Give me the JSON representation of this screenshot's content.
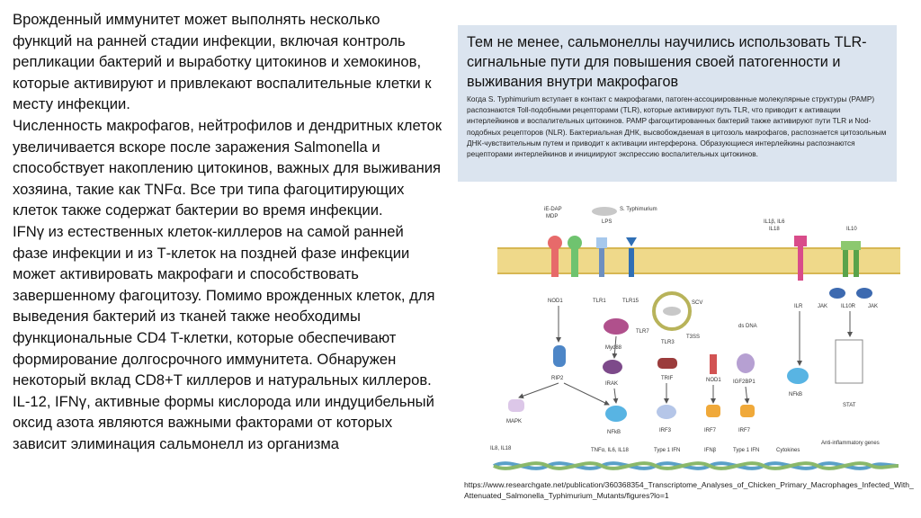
{
  "left_paragraphs": [
    "Врожденный иммунитет может выполнять несколько функций на ранней стадии инфекции, включая контроль репликации бактерий и выработку цитокинов и хемокинов, которые активируют и привлекают воспалительные клетки к месту инфекции.",
    "Численность макрофагов, нейтрофилов и дендритных клеток увеличивается вскоре после заражения Salmonella и способствует накоплению цитокинов, важных для выживания хозяина, такие как TNFα. Все три типа фагоцитирующих клеток также содержат бактерии во время инфекции.",
    "IFNγ из естественных клеток-киллеров на самой ранней фазе инфекции и из Т-клеток на поздней фазе инфекции может активировать макрофаги и способствовать завершенному фагоцитозу. Помимо врожденных клеток, для выведения бактерий из тканей также необходимы функциональные CD4 T-клетки, которые обеспечивают формирование долгосрочного иммунитета. Обнаружен некоторый вклад CD8+T киллеров и натуральных киллеров. IL-12, IFNγ, активные формы кислорода или индуцибельный оксид азота являются важными факторами от которых зависит элиминация сальмонелл из организма"
  ],
  "callout": {
    "title": "Тем не менее, сальмонеллы научились использовать TLR-сигнальные пути для повышения своей патогенности и выживания внутри макрофагов",
    "body": "Когда S. Typhimurium вступает в контакт с макрофагами, патоген-ассоциированные молекулярные структуры (PAMP) распознаются Toll-подобными рецепторами (TLR), которые активируют путь TLR, что приводит к активации интерлейкинов и воспалительных цитокинов. PAMP фагоцитированных бактерий также активируют пути TLR и Nod-подобных рецепторов (NLR). Бактериальная ДНК, высвобождаемая в цитозоль макрофагов, распознается цитозольным ДНК-чувствительным путем и приводит к активации интерферона. Образующиеся интерлейкины распознаются рецепторами интерлейкинов и инициируют экспрессию воспалительных цитокинов."
  },
  "figure_labels": {
    "ie_dap": "iE-DAP",
    "mdp": "MDP",
    "lps": "LPS",
    "s_typhimurium": "S. Typhimurium",
    "il1b": "IL1β, IL6",
    "il18": "IL18",
    "il10": "IL10",
    "nod1": "NOD1",
    "tlr1": "TLR1",
    "tlr15": "TLR15",
    "scv": "SCV",
    "ilr": "ILR",
    "jak_left": "JAK",
    "il10r": "IL10R",
    "jak_right": "JAK",
    "tlr7": "TLR7",
    "tlr3": "TLR3",
    "t3ss": "T3SS",
    "ds_dna": "ds DNA",
    "myd88": "Myd88",
    "rip2": "RIP2",
    "irak": "IRAK",
    "trif": "TRIF",
    "nod1b": "NOD1",
    "igf2bp1": "IGF2BP1",
    "nfkb_right": "NFkB",
    "stat": "STAT",
    "mapk": "MAPK",
    "nfkb_mid": "NFkB",
    "irf3": "IRF3",
    "irf7a": "IRF7",
    "irf7b": "IRF7",
    "out_il8": "IL8, IL18",
    "out_tnf": "TNFα, IL6, IL18",
    "out_ifn1": "Type 1 IFN",
    "out_ifnb": "IFNβ",
    "out_ifn2": "Type 1 IFN",
    "out_cyt": "Cytokines",
    "out_anti": "Anti-inflammatory genes"
  },
  "caption": "https://www.researchgate.net/publication/360368354_Transcriptome_Analyses_of_Chicken_Primary_Macrophages_Infected_With_Attenuated_Salmonella_Typhimurium_Mutants/figures?lo=1"
}
